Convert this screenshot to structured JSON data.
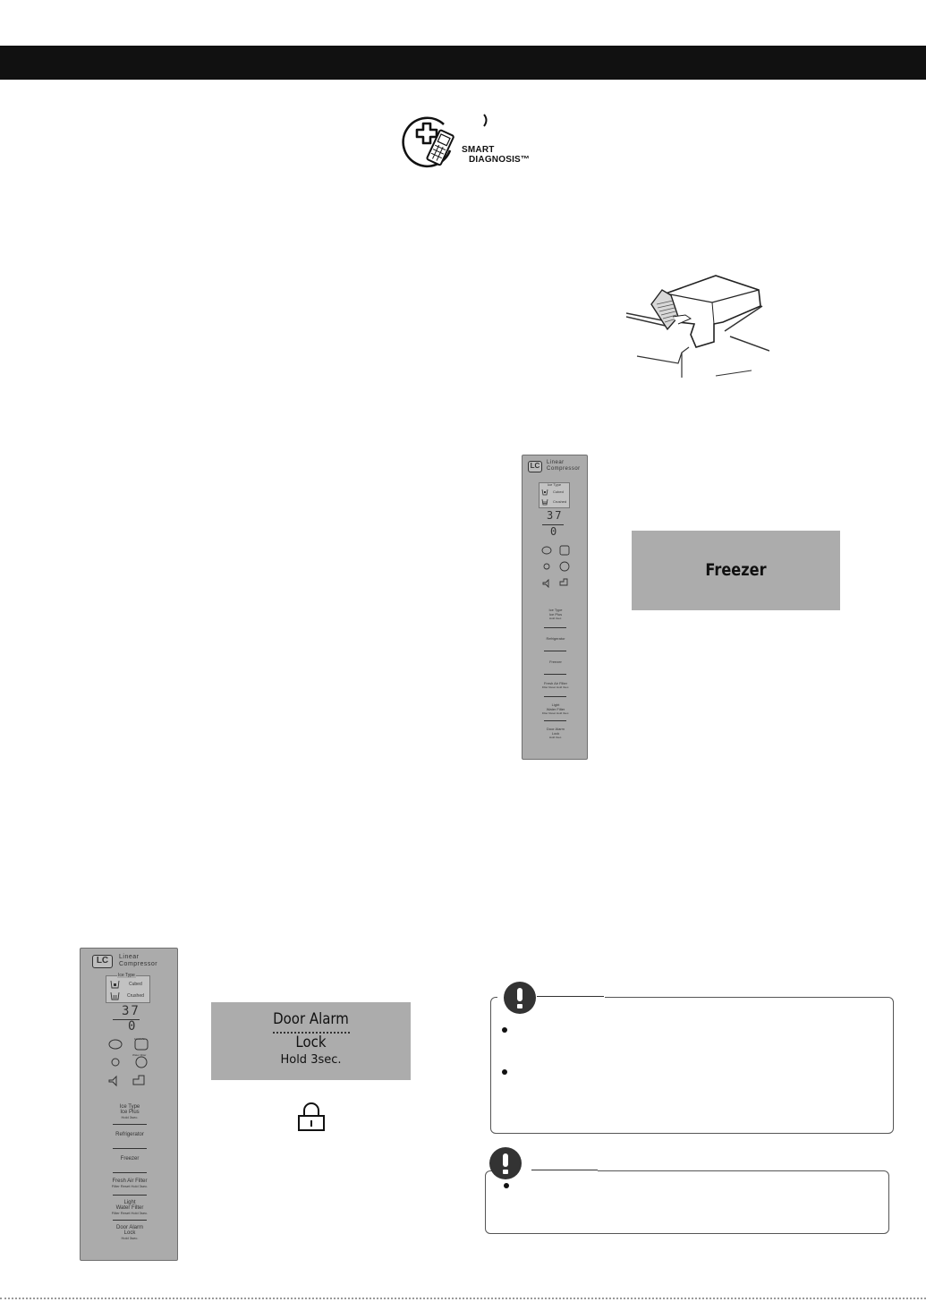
{
  "logo": {
    "line1": "SMART",
    "line2": "DIAGNOSIS™"
  },
  "panel": {
    "brand_badge": "LC",
    "brand_line1": "Linear",
    "brand_line2": "Compressor",
    "ice_type_title": "Ice Type",
    "cubed": "Cubed",
    "crushed": "Crushed",
    "fridge_temp": "37",
    "freezer_temp": "0",
    "small_freshair": "Fresh Air",
    "small_waterfilter": "Water Filter",
    "btn_ice_type": "Ice Type",
    "btn_ice_plus": "Ice Plus",
    "btn_ice_hold": "Hold 3sec.",
    "btn_refrigerator": "Refrigerator",
    "btn_freezer": "Freezer",
    "btn_fresh_air": "Fresh Air Filter",
    "btn_fresh_air_hold": "Filter Reset Hold 3sec.",
    "btn_light": "Light",
    "btn_water_filter": "Water Filter",
    "btn_water_filter_hold": "Filter Reset Hold 3sec.",
    "btn_door_alarm": "Door Alarm",
    "btn_lock": "Lock",
    "btn_lock_hold": "Hold 3sec."
  },
  "freezer_display": {
    "label": "Freezer"
  },
  "lock_display": {
    "door_alarm": "Door Alarm",
    "lock": "Lock",
    "hold": "Hold 3sec."
  },
  "icons": {
    "logo": "smart-diagnosis-icon",
    "cartridge": "fresh-air-filter-icon",
    "lock": "lock-icon",
    "note": "exclamation-icon"
  }
}
